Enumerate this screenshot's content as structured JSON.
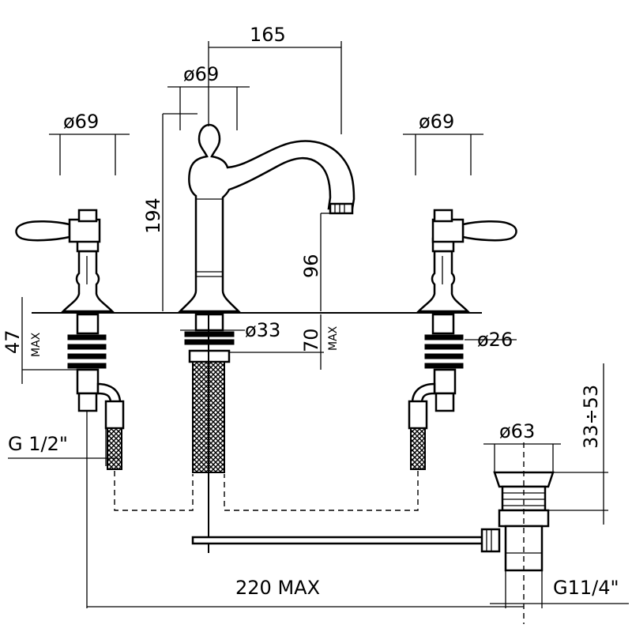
{
  "dimensions": {
    "spout_reach": "165",
    "spout_diameter": "ø69",
    "left_handle_diameter": "ø69",
    "right_handle_diameter": "ø69",
    "spout_height": "194",
    "spout_clearance": "96",
    "deck_thickness_left": "47",
    "deck_thickness_left_max": "MAX",
    "deck_thickness_center": "70",
    "deck_thickness_center_max": "MAX",
    "center_shank_diameter": "ø33",
    "side_shank_diameter": "ø26",
    "inlet_thread": "G 1/2\"",
    "waste_diameter": "ø63",
    "waste_range": "33÷53",
    "overall_width": "220 MAX",
    "waste_thread": "G11/4\""
  },
  "colors": {
    "ink": "#000000",
    "paper": "#ffffff"
  }
}
